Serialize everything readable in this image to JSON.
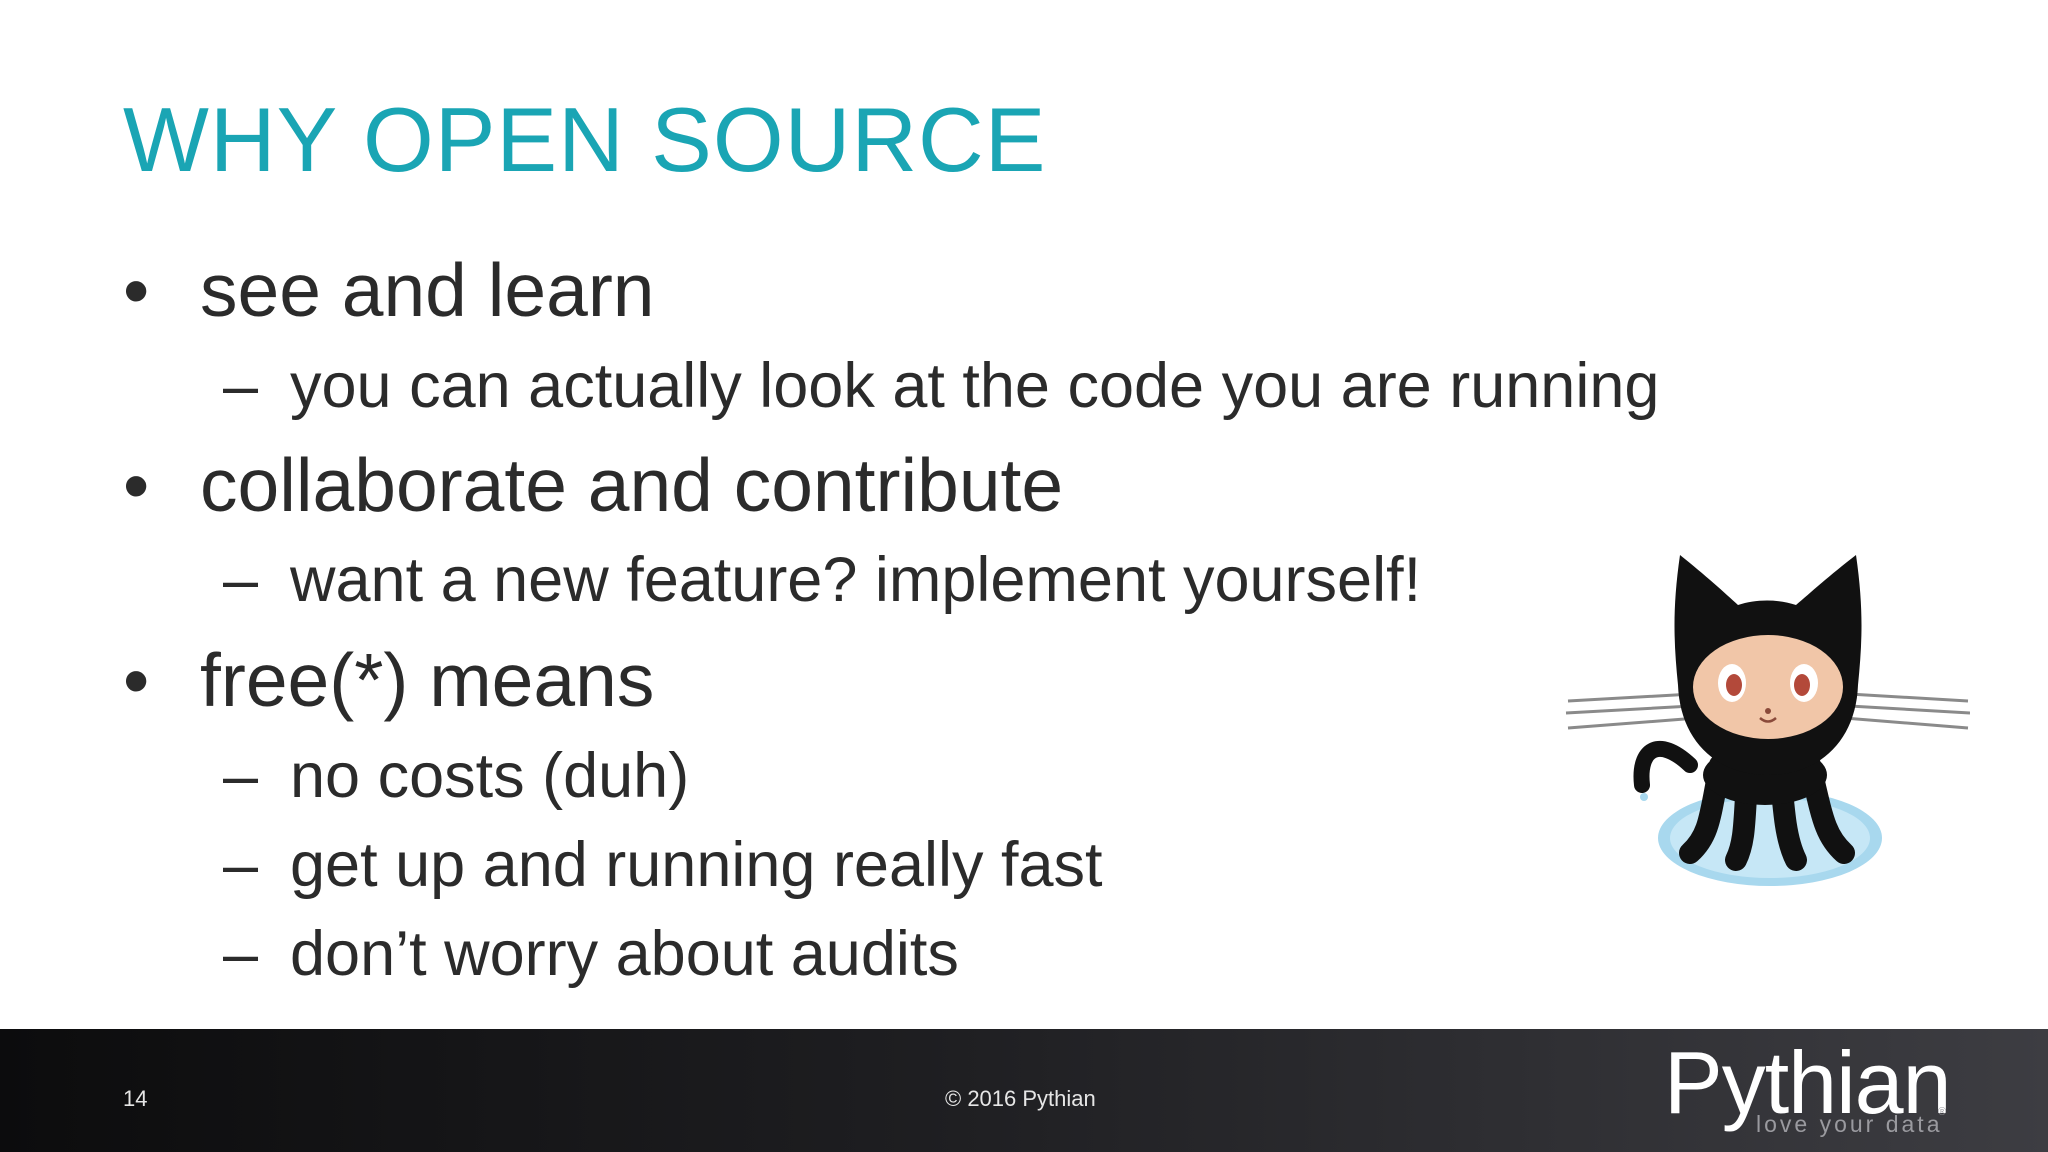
{
  "slide": {
    "title": "WHY OPEN SOURCE",
    "bullets": [
      {
        "text": "see and learn",
        "subitems": [
          "you can actually look at the code you are running"
        ]
      },
      {
        "text": "collaborate and contribute",
        "subitems": [
          "want a new feature? implement yourself!"
        ]
      },
      {
        "text": "free(*) means",
        "subitems": [
          "no costs (duh)",
          "get up and running really fast",
          "don’t worry about audits"
        ]
      }
    ],
    "bullet_marker": "•",
    "subitem_marker": "–",
    "image_icon": "octocat-icon"
  },
  "footer": {
    "page_number": "14",
    "copyright": "© 2016 Pythian",
    "brand_name": "Pythian",
    "brand_tagline": "love your data",
    "registered_mark": "®"
  },
  "colors": {
    "title": "#1aa5b4",
    "body_text": "#2b2b2b",
    "footer_background": "#1e1e21",
    "footer_text": "#e6e6e6"
  }
}
